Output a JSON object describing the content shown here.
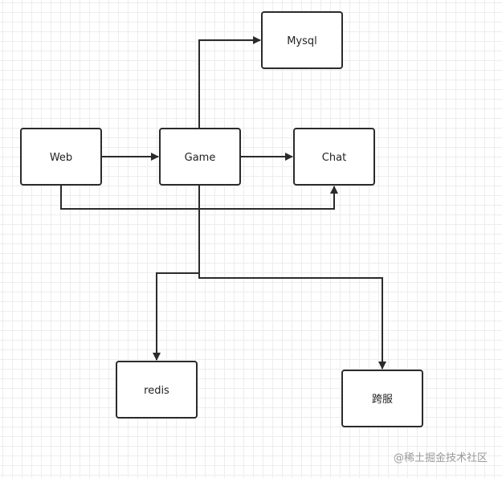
{
  "diagram": {
    "nodes": {
      "mysql": "Mysql",
      "web": "Web",
      "game": "Game",
      "chat": "Chat",
      "redis": "redis",
      "cross_server": "跨服"
    },
    "edges": [
      {
        "from": "Web",
        "to": "Game"
      },
      {
        "from": "Game",
        "to": "Mysql"
      },
      {
        "from": "Game",
        "to": "Chat"
      },
      {
        "from": "Web",
        "to": "Chat"
      },
      {
        "from": "Game",
        "to": "redis"
      },
      {
        "from": "Game",
        "to": "跨服"
      }
    ]
  },
  "watermark": "@稀土掘金技术社区"
}
